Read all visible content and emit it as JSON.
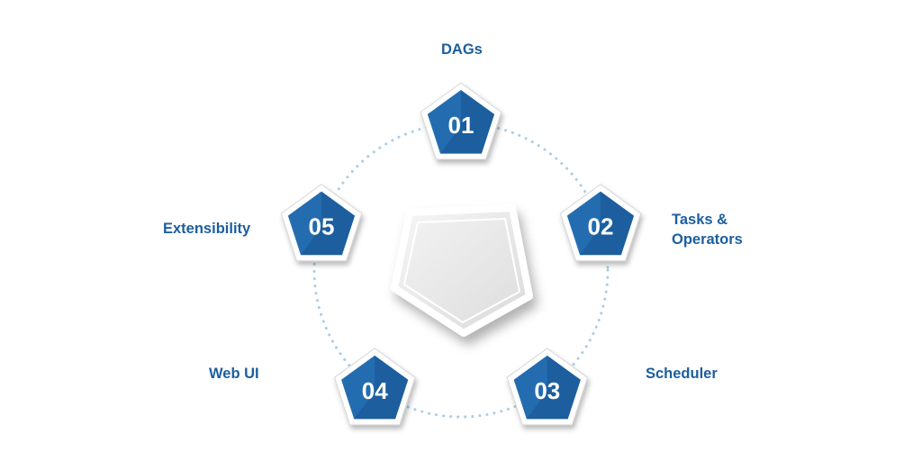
{
  "colors": {
    "node_fill": "#1c5e9e",
    "node_fill_light": "#2b78c0",
    "label_text": "#1c5e9e",
    "ring_dots": "#a9cde6",
    "center_fill": "#e3e3e3"
  },
  "center": {
    "icon": "pentagon-shape"
  },
  "nodes": [
    {
      "number": "01",
      "label": "DAGs"
    },
    {
      "number": "02",
      "label": "Tasks & Operators"
    },
    {
      "number": "03",
      "label": "Scheduler"
    },
    {
      "number": "04",
      "label": "Web UI"
    },
    {
      "number": "05",
      "label": "Extensibility"
    }
  ]
}
